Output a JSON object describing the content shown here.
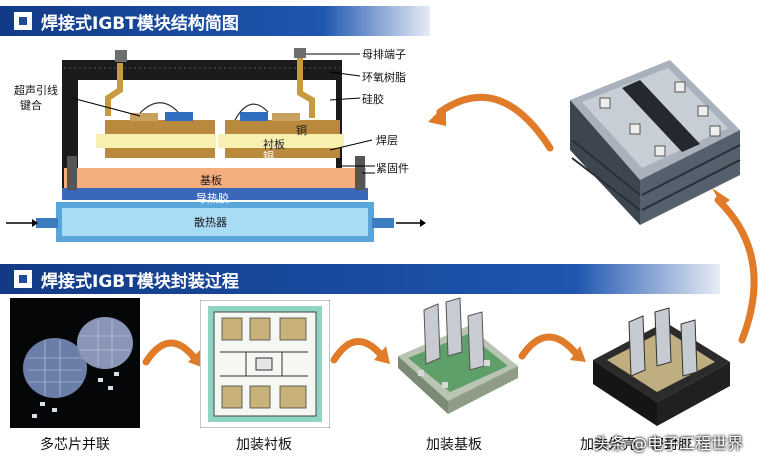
{
  "section1": {
    "title": "焊接式IGBT模块结构简图"
  },
  "section2": {
    "title": "焊接式IGBT模块封装过程"
  },
  "structure_labels": {
    "terminal": "母排端子",
    "epoxy": "环氧树脂",
    "silicone": "硅胶",
    "solder": "焊层",
    "fastener": "紧固件",
    "wire_bond_line1": "超声引线",
    "wire_bond_line2": "键合",
    "substrate": "衬板",
    "copper": "铜",
    "copper2": "铜",
    "baseplate": "基板",
    "thermal_grease": "导热胶",
    "heatsink": "散热器"
  },
  "process_steps": [
    "多芯片并联",
    "加装衬板",
    "加装基板",
    "加装外壳、密封胶"
  ],
  "watermark": "头条 @电子工程世界",
  "colors": {
    "banner": "#1f56b0",
    "arrow": "#e07b2a",
    "copper": "#b98a3e",
    "epoxy": "#1b1b1b",
    "baseplate": "#f4ad7c",
    "grease": "#3b67b8",
    "heatsink": "#8fd0ef"
  }
}
